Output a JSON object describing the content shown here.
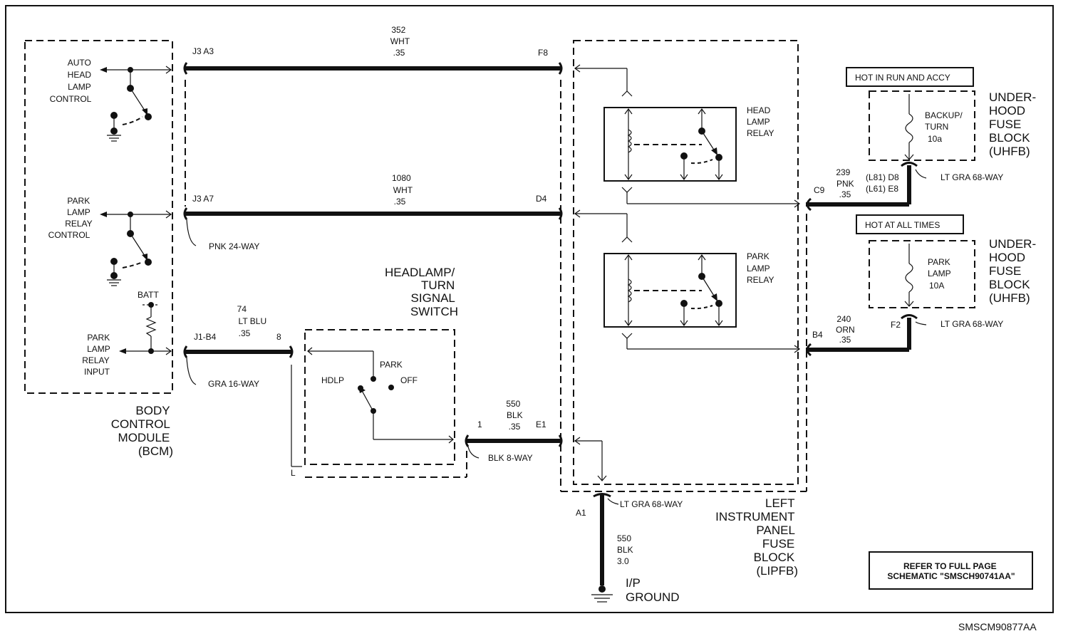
{
  "bcm": {
    "auto_head": [
      "AUTO",
      "HEAD",
      "LAMP",
      "CONTROL"
    ],
    "park_relay_ctrl": [
      "PARK",
      "LAMP",
      "RELAY",
      "CONTROL"
    ],
    "batt": "BATT",
    "park_relay_input": [
      "PARK",
      "LAMP",
      "RELAY",
      "INPUT"
    ],
    "name": [
      "BODY",
      "CONTROL",
      "MODULE",
      "(BCM)"
    ]
  },
  "connectors": {
    "j3a3": "J3 A3",
    "j3a7": "J3 A7",
    "pnk24": "PNK 24-WAY",
    "j1b4": "J1-B4",
    "j1_8": "8",
    "gra16": "GRA 16-WAY",
    "f8": "F8",
    "d4": "D4",
    "e1": "E1",
    "sw1": "1",
    "blk8": "BLK 8-WAY",
    "sw_l": "L",
    "c9": "C9",
    "b4": "B4",
    "a1": "A1",
    "lt_gra_68_top": "LT GRA 68-WAY",
    "lt_gra_68_mid": "LT GRA 68-WAY",
    "lt_gra_68_bot": "LT GRA 68-WAY",
    "f2": "F2",
    "d8": "(L81) D8",
    "e8": "(L61) E8"
  },
  "wires": {
    "w352": [
      "352",
      "WHT",
      ".35"
    ],
    "w1080": [
      "1080",
      "WHT",
      ".35"
    ],
    "w74": [
      "74",
      "LT BLU",
      ".35"
    ],
    "w550a": [
      "550",
      "BLK",
      ".35"
    ],
    "w239": [
      "239",
      "PNK",
      ".35"
    ],
    "w240": [
      "240",
      "ORN",
      ".35"
    ],
    "w550b": [
      "550",
      "BLK",
      "3.0"
    ]
  },
  "switch": {
    "name": [
      "HEADLAMP/",
      "TURN",
      "SIGNAL",
      "SWITCH"
    ],
    "park": "PARK",
    "off": "OFF",
    "hdlp": "HDLP"
  },
  "relays": {
    "head": [
      "HEAD",
      "LAMP",
      "RELAY"
    ],
    "park": [
      "PARK",
      "LAMP",
      "RELAY"
    ]
  },
  "lipfb": [
    "LEFT",
    "INSTRUMENT",
    "PANEL",
    "FUSE",
    "BLOCK",
    "(LIPFB)"
  ],
  "uhfb": {
    "hot_run": "HOT IN RUN AND ACCY",
    "hot_all": "HOT AT ALL TIMES",
    "fuse1": [
      "BACKUP/",
      "TURN",
      "10a"
    ],
    "fuse2": [
      "PARK",
      "LAMP",
      "10A"
    ],
    "name1": [
      "UNDER-",
      "HOOD",
      "FUSE",
      "BLOCK",
      "(UHFB)"
    ],
    "name2": [
      "UNDER-",
      "HOOD",
      "FUSE",
      "BLOCK",
      "(UHFB)"
    ]
  },
  "ground": [
    "I/P",
    "GROUND"
  ],
  "refer": [
    "REFER TO FULL PAGE",
    "SCHEMATIC \"SMSCH90741AA\""
  ],
  "doc_id": "SMSCM90877AA"
}
